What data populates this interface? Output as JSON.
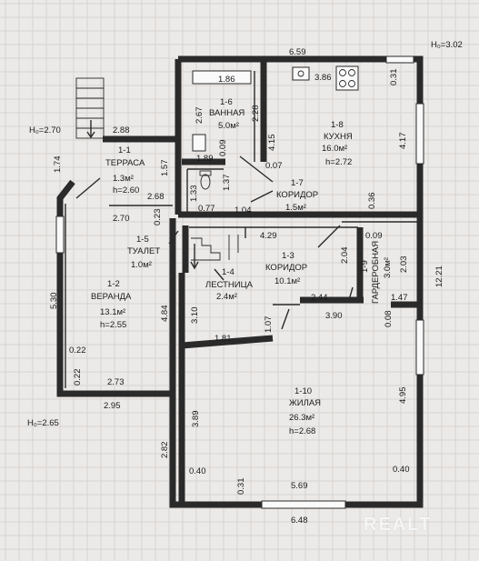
{
  "levels": {
    "top_right": "H₀=3.02",
    "left_top": "H₀=2.70",
    "left_bottom": "H₀=2.65"
  },
  "rooms": {
    "terrace": {
      "num": "1-1",
      "name": "ТЕРРАСА",
      "area": "1.3м²",
      "height": "h=2.60"
    },
    "veranda": {
      "num": "1-2",
      "name": "ВЕРАНДА",
      "area": "13.1м²",
      "height": "h=2.55"
    },
    "corridor_main": {
      "num": "1-3",
      "name": "КОРИДОР",
      "area": "10.1м²"
    },
    "staircase": {
      "num": "1-4",
      "name": "ЛЕСТНИЦА",
      "area": "2.4м²"
    },
    "toilet": {
      "num": "1-5",
      "name": "ТУАЛЕТ",
      "area": "1.0м²"
    },
    "bathroom": {
      "num": "1-6",
      "name": "ВАННАЯ",
      "area": "5.0м²"
    },
    "corridor_small": {
      "num": "1-7",
      "name": "КОРИДОР",
      "area": "1.5м²"
    },
    "kitchen": {
      "num": "1-8",
      "name": "КУХНЯ",
      "area": "16.0м²",
      "height": "h=2.72"
    },
    "wardrobe": {
      "num": "1-9",
      "name": "ГАРДЕРОБНАЯ",
      "area": "3.0м²"
    },
    "living": {
      "num": "1-10",
      "name": "ЖИЛАЯ",
      "area": "26.3м²",
      "height": "h=2.68"
    }
  },
  "dimensions": {
    "top_overall": "6.59",
    "bath_width": "1.86",
    "kitchen_width": "3.86",
    "kitchen_right_top": "0.31",
    "bath_left": "2.67",
    "bath_right": "2.28",
    "kitchen_left": "4.15",
    "kitchen_right": "4.17",
    "terrace_top": "2.88",
    "terrace_left": "1.74",
    "terrace_right": "1.57",
    "toilet_top": "1.89",
    "c1": "0.09",
    "c2": "0.07",
    "c3": "1.37",
    "c4": "1.33",
    "terrace_bottom": "2.68",
    "veranda_top": "2.70",
    "c5": "0.23",
    "c6": "0.77",
    "c7": "1.04",
    "kitchen_bottom_right": "0.36",
    "stair_right": "4.29",
    "ward_top": "0.09",
    "corr_2_04": "2.04",
    "ward_height": "2.03",
    "overall_right": "12.21",
    "veranda_left": "5.30",
    "veranda_right": "4.84",
    "stair_left": "3.10",
    "corr_2_44": "2.44",
    "ward_1_47": "1.47",
    "ward_0_08": "0.08",
    "corr_3_90": "3.90",
    "corr_1_07": "1.07",
    "living_1_81": "1.81",
    "veranda_0_22a": "0.22",
    "veranda_0_22b": "0.22",
    "veranda_bottom": "2.73",
    "bottom_2_95": "2.95",
    "living_left": "3.89",
    "bottom_left_2_82": "2.82",
    "living_right": "4.95",
    "living_0_40a": "0.40",
    "living_0_31": "0.31",
    "living_width": "5.69",
    "living_0_40b": "0.40",
    "bottom_overall": "6.48"
  },
  "watermark": "REALT"
}
